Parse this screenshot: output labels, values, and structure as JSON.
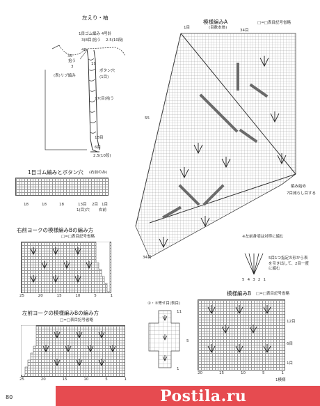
{
  "page_number": "80",
  "sleeve": {
    "title": "左えり・袖",
    "rib_label": "1目ゴム編み 4号針",
    "pickup_top": "3(8目)拾う",
    "inc_right": "2.5(10段)",
    "num_48": "48",
    "num_35": "35",
    "pickup_mid": "拾う",
    "num_3": "3",
    "num_19": "19",
    "fold_left": "(表)リブ編み",
    "buttonhole": "ボタン穴",
    "buttonhole_rows": "(1目)",
    "pickup_side": "17(目)拾う",
    "rows_18": "18目",
    "rows_6": "6目",
    "bottom": "2.5(10段)"
  },
  "pattern_a": {
    "title": "模様編みA",
    "subtitle": "(目数本体)",
    "legend": "□=□表目記号省略",
    "width_top": "34目",
    "left_count": "1目",
    "left_edge": "55",
    "bottom_count": "34目",
    "note_right": "編み始め",
    "note_right2": "7目減らし目する",
    "note_bottom": "※左前身頃は対称に編む"
  },
  "buttonhole_band": {
    "title": "1目ゴム編みとボタン穴",
    "subtitle": "(右前のみ)",
    "labels": [
      "18",
      "18",
      "18",
      "13目",
      "2目",
      "1目"
    ],
    "hole_note": "1(目)穴",
    "right_label": "右前"
  },
  "right_yoke": {
    "title": "右前ヨークの模様編みBの編み方",
    "legend": "□=□表目記号省略",
    "axis": [
      "25",
      "20",
      "15",
      "10",
      "5",
      "1"
    ]
  },
  "left_yoke": {
    "title": "左前ヨークの模様編みBの編み方",
    "legend": "□=□表目記号省略",
    "axis": [
      "25",
      "20",
      "15",
      "10",
      "5",
      "1"
    ]
  },
  "decrease_note": {
    "text": "5目1つ指定の形から表を引き出して、2目一度に編む",
    "numbers": [
      "5",
      "4",
      "3",
      "2",
      "1"
    ]
  },
  "joining": {
    "title": "②・⑤寄せ目(表目)",
    "num_top": "11",
    "num_mid": "5",
    "num_bot": "1"
  },
  "pattern_b": {
    "title": "模様編みB",
    "legend": "□=□表目記号省略",
    "right_nums": [
      "12目",
      "6目",
      "1目"
    ],
    "axis": [
      "20",
      "15",
      "10",
      "5",
      "1"
    ],
    "credit": "1模様"
  },
  "watermark": "Postila.ru"
}
